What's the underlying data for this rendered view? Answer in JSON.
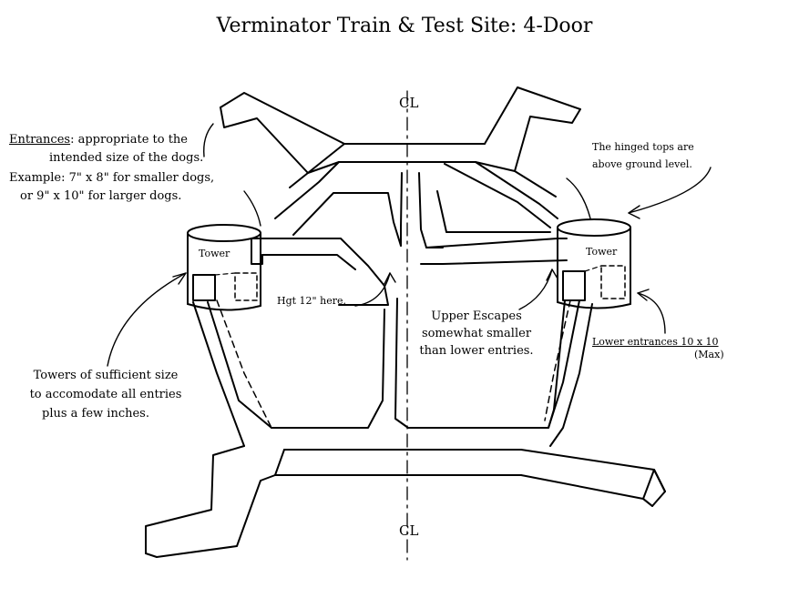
{
  "title": "Verminator Train & Test Site: 4-Door",
  "centerline_label": "CL",
  "entrances": {
    "heading": "Entrances",
    "line1_rest": ": appropriate to the",
    "line2": "intended size of the  dogs.",
    "line3": "Example: 7\" x 8\" for smaller dogs,",
    "line4": "or 9\" x 10\" for larger dogs."
  },
  "hinged_tops": {
    "line1": "The hinged tops are",
    "line2": "above ground level."
  },
  "tower_label": "Tower",
  "height_note": "Hgt 12\" here.",
  "upper_escapes": {
    "line1": "Upper Escapes",
    "line2": "somewhat smaller",
    "line3": "than lower entries."
  },
  "lower_entrances": {
    "line1": "Lower entrances 10 x 10",
    "line2": "(Max)"
  },
  "towers_note": {
    "line1": "Towers of sufficient size",
    "line2": "to accomodate all entries",
    "line3": "plus a few inches."
  }
}
